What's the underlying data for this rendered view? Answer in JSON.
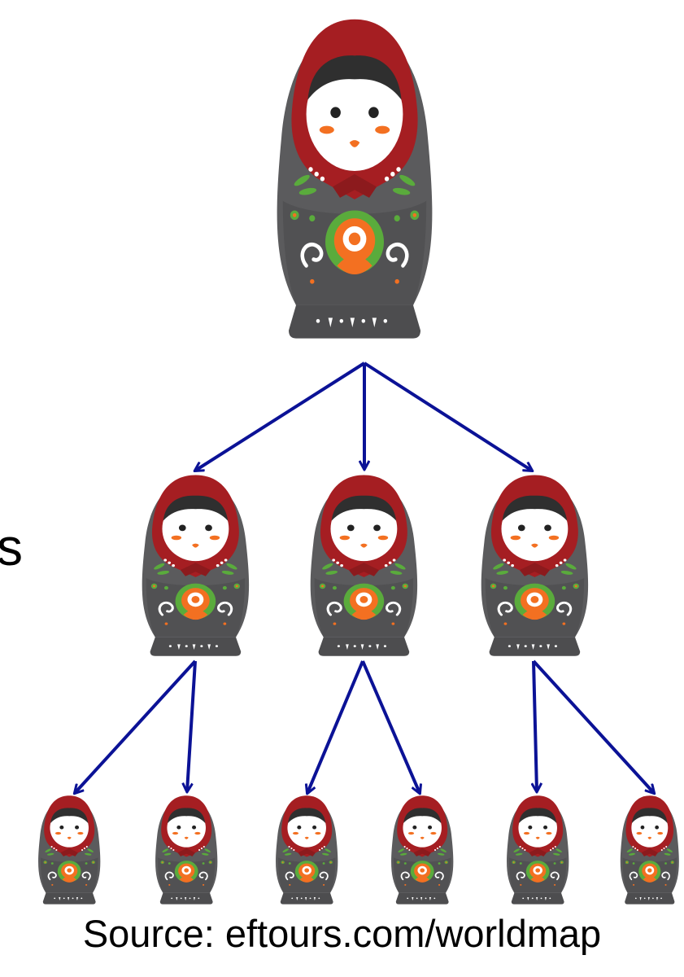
{
  "diagram": {
    "side_letter": "s",
    "caption": "Source: eftours.com/worldmap",
    "colors": {
      "arrow": "#0b1296",
      "scarf": "#a51e22",
      "hair": "#2f2f2f",
      "face": "#ffffff",
      "body": "#5b5b5d",
      "body_light": "#6d6d70",
      "cheek": "#f37021",
      "leaf": "#5aab3c",
      "flower": "#f37021"
    },
    "tree": {
      "root": "doll-root",
      "children": {
        "doll-root": [
          "doll-mid-1",
          "doll-mid-2",
          "doll-mid-3"
        ],
        "doll-mid-1": [
          "doll-small-1",
          "doll-small-2"
        ],
        "doll-mid-2": [
          "doll-small-3",
          "doll-small-4"
        ],
        "doll-mid-3": [
          "doll-small-5",
          "doll-small-6"
        ]
      }
    }
  }
}
